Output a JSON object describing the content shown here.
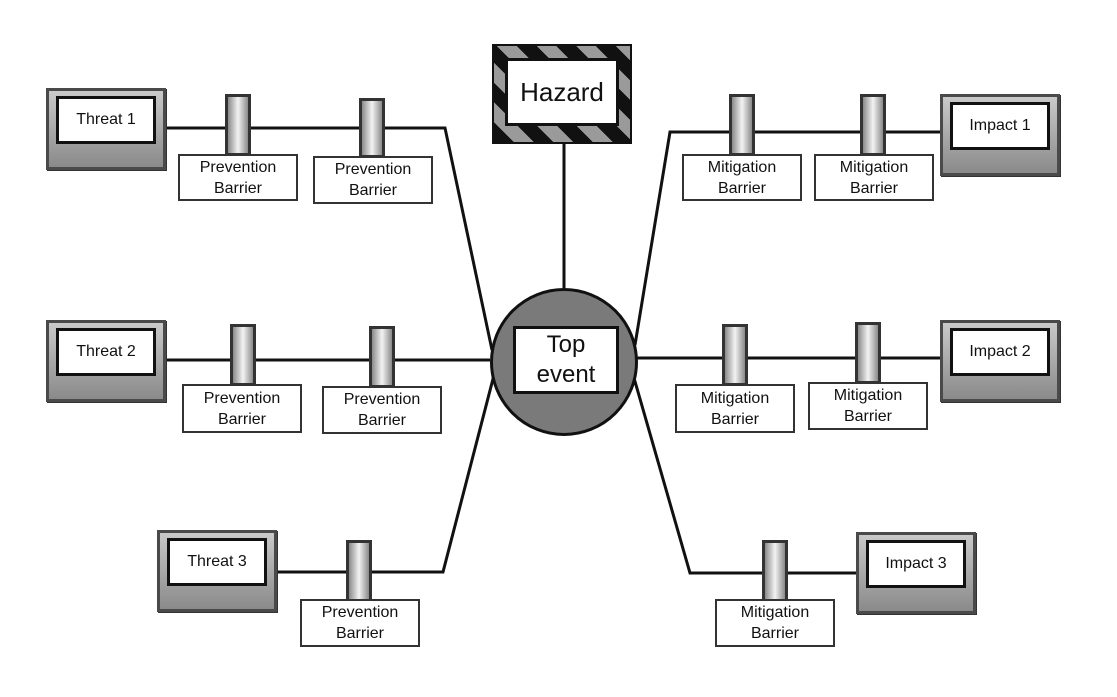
{
  "hazard": {
    "label": "Hazard"
  },
  "top_event": {
    "label": "Top\nevent"
  },
  "threats": [
    {
      "label": "Threat 1",
      "barriers": [
        "Prevention\nBarrier",
        "Prevention\nBarrier"
      ]
    },
    {
      "label": "Threat 2",
      "barriers": [
        "Prevention\nBarrier",
        "Prevention\nBarrier"
      ]
    },
    {
      "label": "Threat 3",
      "barriers": [
        "Prevention\nBarrier"
      ]
    }
  ],
  "impacts": [
    {
      "label": "Impact 1",
      "barriers": [
        "Mitigation\nBarrier",
        "Mitigation\nBarrier"
      ]
    },
    {
      "label": "Impact 2",
      "barriers": [
        "Mitigation\nBarrier",
        "Mitigation\nBarrier"
      ]
    },
    {
      "label": "Impact 3",
      "barriers": [
        "Mitigation\nBarrier"
      ]
    }
  ]
}
